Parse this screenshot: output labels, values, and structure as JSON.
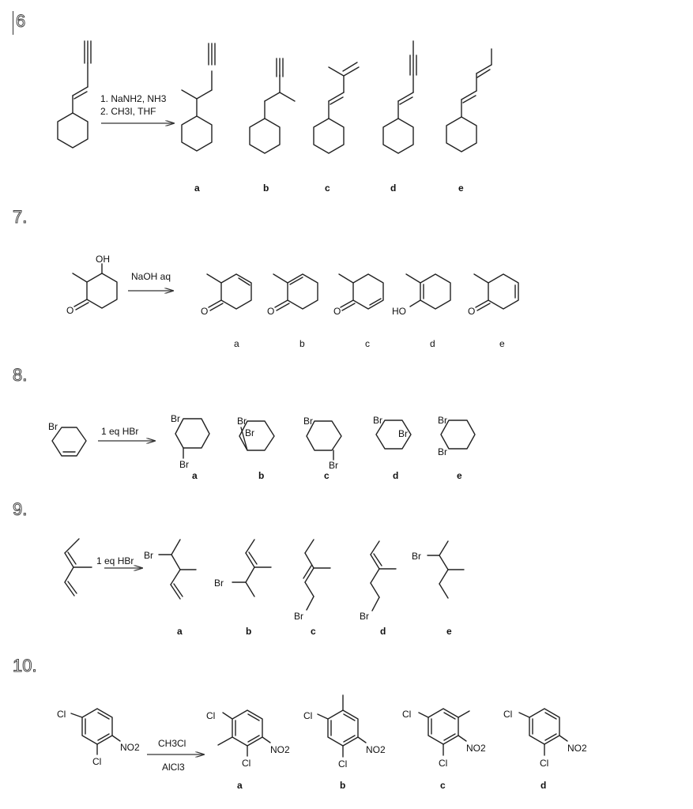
{
  "questions": [
    {
      "number": "6",
      "reagents": [
        "1. NaNH2, NH3",
        "2. CH3I, THF"
      ],
      "choices": [
        "a",
        "b",
        "c",
        "d",
        "e"
      ]
    },
    {
      "number": "7.",
      "reagents": [
        "NaOH aq"
      ],
      "atoms": {
        "oh": "OH",
        "o": "O",
        "ho": "HO"
      },
      "choices": [
        "a",
        "b",
        "c",
        "d",
        "e"
      ]
    },
    {
      "number": "8.",
      "reagents": [
        "1 eq HBr"
      ],
      "atoms": {
        "br": "Br"
      },
      "choices": [
        "a",
        "b",
        "c",
        "d",
        "e"
      ]
    },
    {
      "number": "9.",
      "reagents": [
        "1 eq HBr"
      ],
      "atoms": {
        "br": "Br"
      },
      "choices": [
        "a",
        "b",
        "c",
        "d",
        "e"
      ]
    },
    {
      "number": "10.",
      "reagents": [
        "CH3Cl",
        "AlCl3"
      ],
      "atoms": {
        "cl": "Cl",
        "no2": "NO2"
      },
      "choices": [
        "a",
        "b",
        "c",
        "d"
      ]
    }
  ]
}
